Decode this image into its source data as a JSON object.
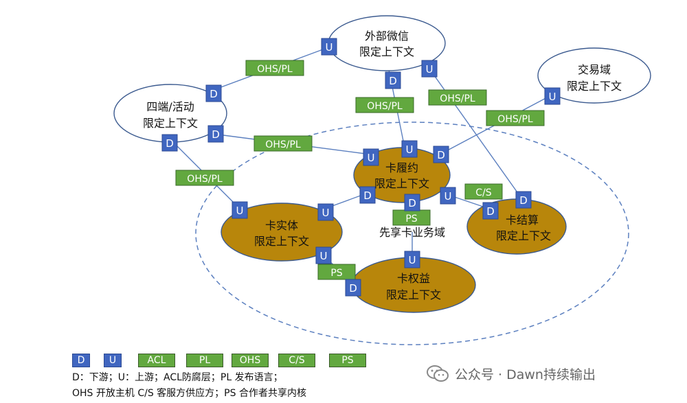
{
  "contexts": {
    "wechat": {
      "line1": "外部微信",
      "line2": "限定上下文"
    },
    "trade": {
      "line1": "交易域",
      "line2": "限定上下文"
    },
    "terminal": {
      "line1": "四端/活动",
      "line2": "限定上下文"
    },
    "fulfill": {
      "line1": "卡履约",
      "line2": "限定上下文"
    },
    "entity": {
      "line1": "卡实体",
      "line2": "限定上下文"
    },
    "settle": {
      "line1": "卡结算",
      "line2": "限定上下文"
    },
    "equity": {
      "line1": "卡权益",
      "line2": "限定上下文"
    }
  },
  "domain_label": "先享卡业务域",
  "tags": {
    "U": "U",
    "D": "D",
    "ohs_pl": "OHS/PL",
    "cs": "C/S",
    "ps": "PS"
  },
  "legend": {
    "d": "D",
    "u": "U",
    "acl": "ACL",
    "pl": "PL",
    "ohs": "OHS",
    "cs": "C/S",
    "ps": "PS",
    "line1": "D：下游；U：上游；ACL防腐层；PL 发布语言；",
    "line2": "OHS 开放主机 C/S 客服方供应方；PS 合作者共享内核"
  },
  "watermark": "公众号 · Dawn持续输出",
  "colors": {
    "upstream_blue": "#4066c0",
    "pattern_green": "#62a83f",
    "core_gold": "#b8860b",
    "line_blue": "#5b7fbf"
  }
}
